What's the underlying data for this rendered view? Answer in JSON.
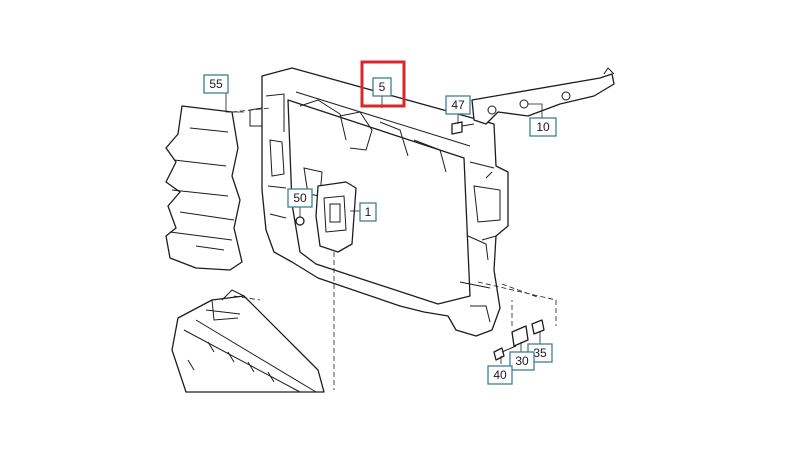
{
  "diagram": {
    "callouts": [
      {
        "id": "55",
        "label": "55"
      },
      {
        "id": "5",
        "label": "5"
      },
      {
        "id": "47",
        "label": "47"
      },
      {
        "id": "10",
        "label": "10"
      },
      {
        "id": "50",
        "label": "50"
      },
      {
        "id": "1",
        "label": "1"
      },
      {
        "id": "35",
        "label": "35"
      },
      {
        "id": "30",
        "label": "30"
      },
      {
        "id": "40",
        "label": "40"
      }
    ],
    "highlight": {
      "callout": "5",
      "color": "#d9262c"
    },
    "callout_color": "#3d7f93"
  }
}
